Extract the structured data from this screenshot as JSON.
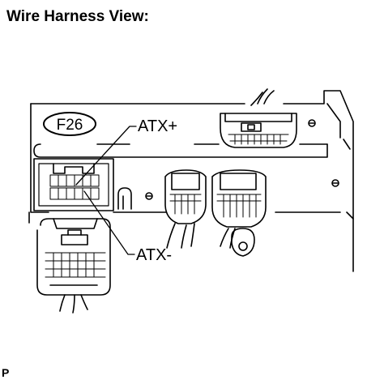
{
  "header": {
    "title": "Wire Harness View:"
  },
  "connector": {
    "id": "F26"
  },
  "terminals": {
    "positive": "ATX+",
    "negative": "ATX-"
  },
  "footer": {
    "code": "P"
  }
}
